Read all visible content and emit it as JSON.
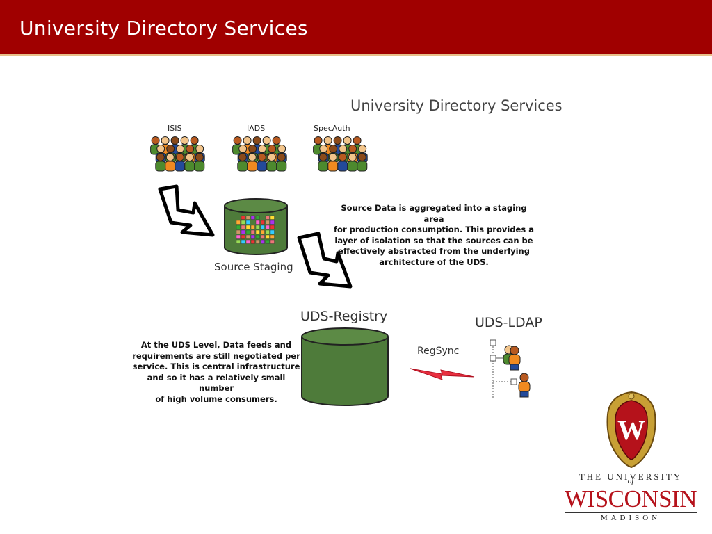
{
  "header": {
    "title": "University Directory Services"
  },
  "diagram": {
    "title": "University Directory Services",
    "sources": [
      {
        "label": "ISIS",
        "icon": "people-group-icon"
      },
      {
        "label": "IADS",
        "icon": "people-group-icon"
      },
      {
        "label": "SpecAuth",
        "icon": "people-group-icon"
      }
    ],
    "staging_label": "Source Staging",
    "staging_caption": [
      "Source Data is aggregated into a staging area",
      "for production consumption.  This provides a",
      "layer of isolation so that the sources can be",
      "effectively abstracted from the underlying",
      "architecture of the UDS."
    ],
    "registry_label": "UDS-Registry",
    "registry_caption": [
      "At the UDS Level, Data feeds and",
      "requirements are still negotiated per",
      "service.  This is central infrastructure",
      "and so it has a relatively small number",
      "of high volume consumers."
    ],
    "sync_label": "RegSync",
    "ldap_label": "UDS-LDAP"
  },
  "logo": {
    "line1": "THE UNIVERSITY",
    "of": "of",
    "line2": "WISCONSIN",
    "line3": "MADISON",
    "crest_letter": "W"
  },
  "colors": {
    "header_bg": "#a00000",
    "cylinder_green": "#4e7b3a",
    "crest_red": "#b5121b",
    "crest_gold": "#c8a035"
  }
}
